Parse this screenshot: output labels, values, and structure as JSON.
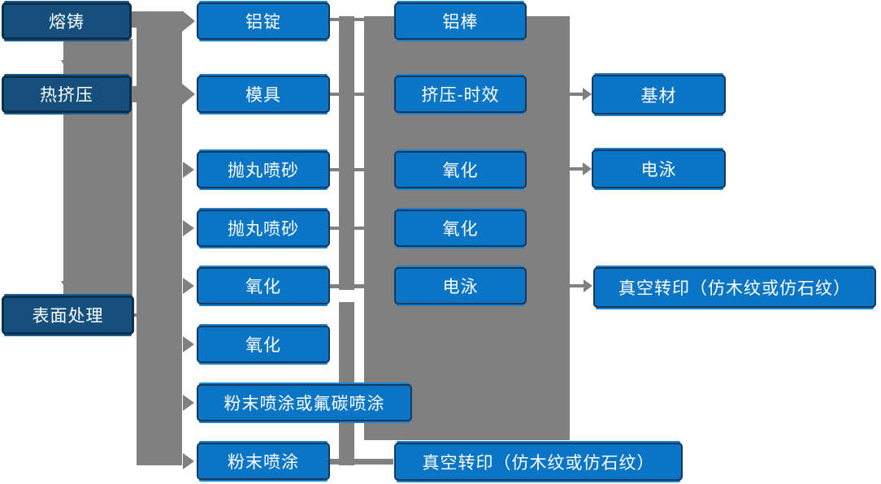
{
  "diagram_title": "aluminum-profile-processing-flowchart",
  "colors": {
    "dark_node_fill": "#15507D",
    "dark_node_border": "#0D2F4F",
    "bright_node_fill": "#0B75C5",
    "bright_node_border": "#17375E",
    "connector_gray": "#808080",
    "node_text": "#FFFFFF",
    "background": "#FFFFFF"
  },
  "labels": {
    "melt_cast": "熔铸",
    "hot_extrusion": "热挤压",
    "surface_treatment": "表面处理",
    "aluminum_ingot": "铝锭",
    "mold": "模具",
    "shot_blast_1": "抛丸喷砂",
    "shot_blast_2": "抛丸喷砂",
    "oxidation_c2_1": "氧化",
    "oxidation_c2_2": "氧化",
    "powder_or_fluorocarbon": "粉末喷涂或氟碳喷涂",
    "powder_coating": "粉末喷涂",
    "aluminum_rod": "铝棒",
    "extrusion_aging": "挤压-时效",
    "oxidation_c3_1": "氧化",
    "oxidation_c3_2": "氧化",
    "electrophoresis_c3": "电泳",
    "vacuum_transfer_c3": "真空转印（仿木纹或仿石纹）",
    "base_material": "基材",
    "electrophoresis_c4": "电泳",
    "vacuum_transfer_c4": "真空转印（仿木纹或仿石纹）"
  },
  "edges": [
    {
      "from": "melt_cast",
      "to": "hot_extrusion"
    },
    {
      "from": "melt_cast",
      "to": "aluminum_ingot"
    },
    {
      "from": "hot_extrusion",
      "to": "mold"
    },
    {
      "from": "hot_extrusion",
      "to": "surface_treatment"
    },
    {
      "from": "distribution_band",
      "to": "shot_blast_1"
    },
    {
      "from": "distribution_band",
      "to": "shot_blast_2"
    },
    {
      "from": "distribution_band",
      "to": "oxidation_c2_1"
    },
    {
      "from": "surface_treatment",
      "to": "distribution_band"
    },
    {
      "from": "distribution_band",
      "to": "oxidation_c2_2"
    },
    {
      "from": "distribution_band",
      "to": "powder_or_fluorocarbon"
    },
    {
      "from": "distribution_band",
      "to": "powder_coating"
    },
    {
      "from": "extrusion_aging",
      "to": "base_material"
    },
    {
      "from": "oxidation_c3_1",
      "to": "electrophoresis_c4"
    },
    {
      "from": "electrophoresis_c3",
      "to": "vacuum_transfer_c4"
    },
    {
      "from": "powder_coating",
      "to": "vacuum_transfer_c3"
    }
  ]
}
